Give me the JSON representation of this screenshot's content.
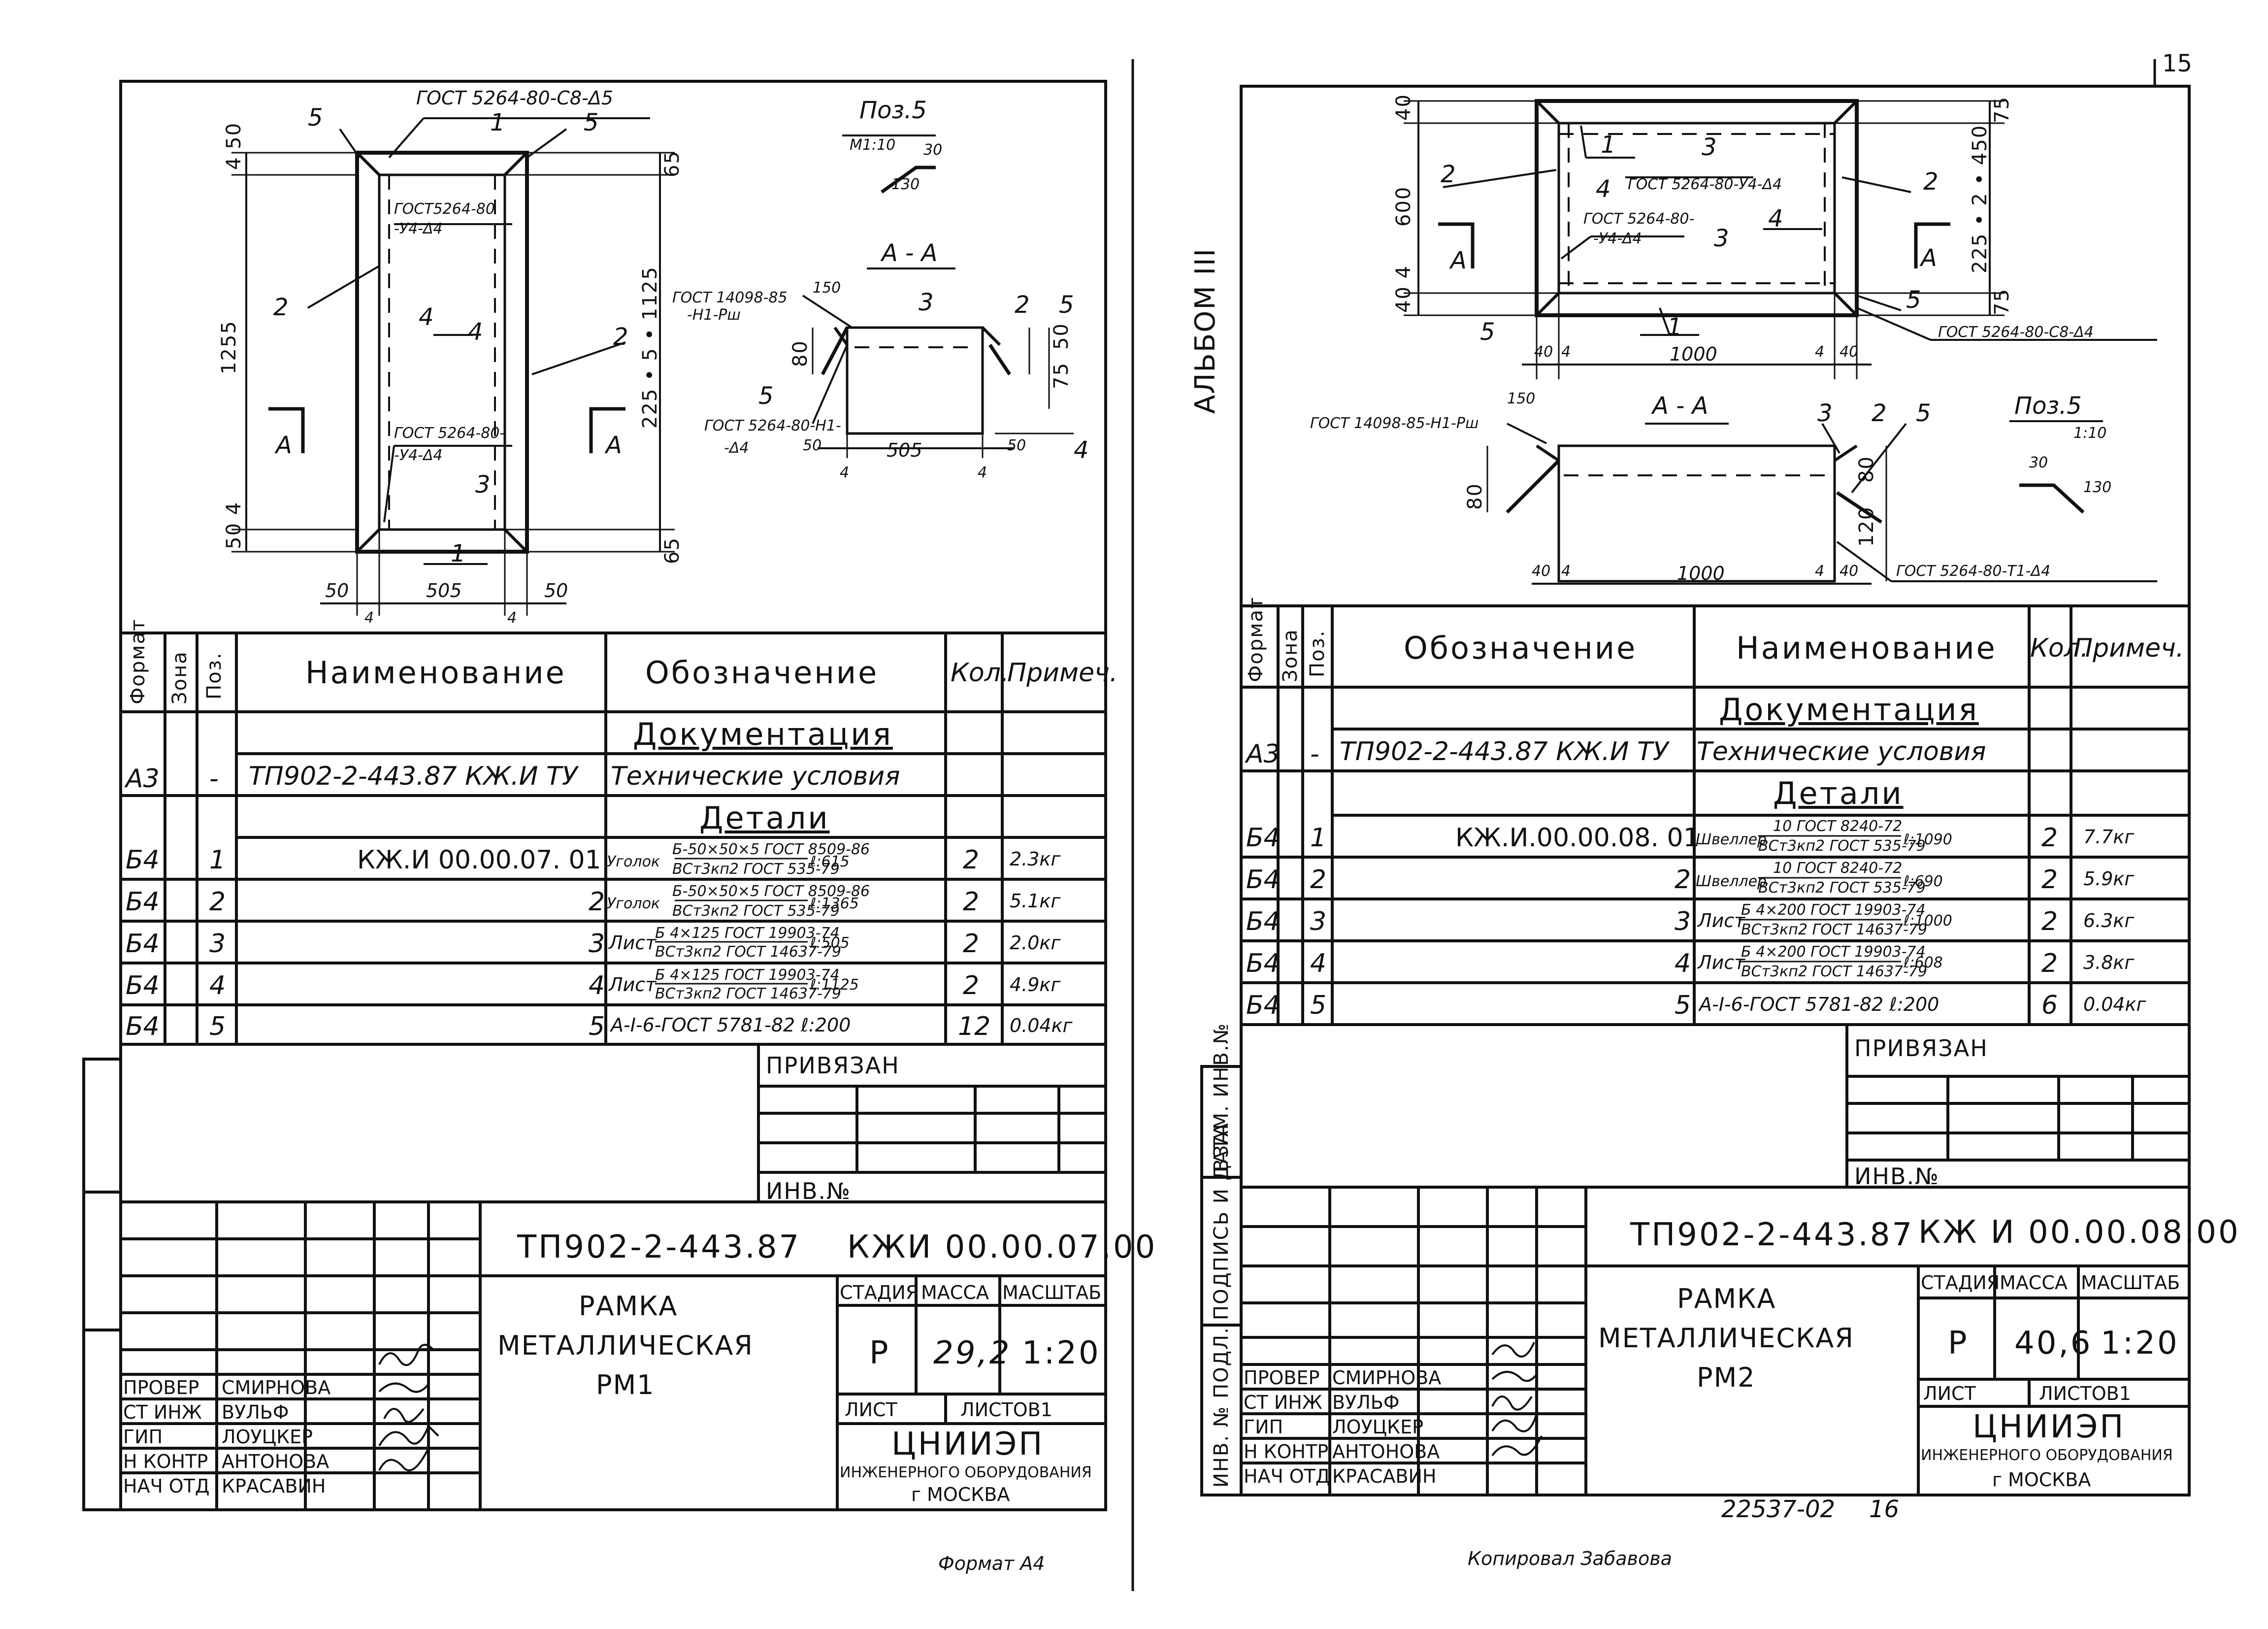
{
  "page_number": "15",
  "album_label": "АЛЬБОМ III",
  "left": {
    "drawing": {
      "gost_top": "ГОСТ 5264-80-С8-Δ5",
      "pos_5": "5",
      "pos_1": "1",
      "pos_2": "2",
      "pos_3": "3",
      "pos_4": "4",
      "gost_inner_top_1": "ГОСТ5264-80",
      "gost_inner_top_2": "-У4-Δ4",
      "gost_inner_bot_1": "ГОСТ 5264-80-",
      "gost_inner_bot_2": "-У4-Δ4",
      "section_mark": "А",
      "dim_450": "4 50",
      "dim_1255": "1255",
      "dim_504": "50 4",
      "dim_65a": "65",
      "dim_65b": "65",
      "dim_225": "225 • 5 • 1125",
      "dim_50a": "50",
      "dim_505": "505",
      "dim_50b": "50",
      "dim_4a": "4",
      "dim_4b": "4",
      "poz_title": "Поз.5",
      "poz_scale": "М1:10",
      "poz_30": "30",
      "poz_130": "130",
      "section_title": "А - А",
      "gost_14098_1": "ГОСТ 14098-85",
      "gost_14098_2": "-Н1-Рш",
      "gost_5264_h1_1": "ГОСТ 5264-80-Н1-",
      "gost_5264_h1_2": "-Δ4",
      "sec_150": "150",
      "sec_80": "80",
      "sec_75": "75",
      "sec_50": "50",
      "sec_505": "505",
      "sec_50r": "50",
      "sec_4l": "4",
      "sec_4r": "4"
    },
    "spec_headers": {
      "format": "Формат",
      "zone": "Зона",
      "pos": "Поз.",
      "name": "Наименование",
      "designation": "Обозначение",
      "qty": "Кол.",
      "note": "Примеч."
    },
    "section_documentation": "Документация",
    "section_details": "Детали",
    "doc_row": {
      "format": "А3",
      "pos": "-",
      "name": "ТП902-2-443.87 КЖ.И ТУ",
      "designation": "Технические условия"
    },
    "rows": [
      {
        "format": "Б4",
        "pos": "1",
        "name": "КЖ.И 00.00.07. 01",
        "type": "Уголок",
        "top": "Б-50×50×5 ГОСТ 8509-86",
        "bot": "ВСт3кп2 ГОСТ 535-79",
        "len": "ℓ:615",
        "qty": "2",
        "note": "2.3кг"
      },
      {
        "format": "Б4",
        "pos": "2",
        "name": "2",
        "type": "Уголок",
        "top": "Б-50×50×5 ГОСТ 8509-86",
        "bot": "ВСт3кп2 ГОСТ 535-79",
        "len": "ℓ:1365",
        "qty": "2",
        "note": "5.1кг"
      },
      {
        "format": "Б4",
        "pos": "3",
        "name": "3",
        "type": "Лист",
        "top": "Б 4×125 ГОСТ 19903-74",
        "bot": "ВСт3кп2 ГОСТ 14637-79",
        "len": "ℓ:505",
        "qty": "2",
        "note": "2.0кг"
      },
      {
        "format": "Б4",
        "pos": "4",
        "name": "4",
        "type": "Лист",
        "top": "Б 4×125 ГОСТ 19903-74",
        "bot": "ВСт3кп2 ГОСТ 14637-79",
        "len": "ℓ:1125",
        "qty": "2",
        "note": "4.9кг"
      },
      {
        "format": "Б4",
        "pos": "5",
        "name": "5",
        "type": "",
        "top": "",
        "bot": "",
        "len": "А-I-6-ГОСТ 5781-82 ℓ:200",
        "qty": "12",
        "note": "0.04кг"
      }
    ],
    "privyazan": "ПРИВЯЗАН",
    "inv_no": "ИНВ.№",
    "title_block": {
      "code": "ТП902-2-443.87",
      "sheet_code": "КЖИ 00.00.07.00",
      "title_1": "РАМКА",
      "title_2": "МЕТАЛЛИЧЕСКАЯ",
      "title_3": "РМ1",
      "stage_h": "СТАДИЯ",
      "mass_h": "МАССА",
      "scale_h": "МАСШТАБ",
      "stage": "Р",
      "mass": "29,2",
      "scale": "1:20",
      "sheet_h": "ЛИСТ",
      "sheets_h": "ЛИСТОВ1",
      "org_1": "ЦНИИЭП",
      "org_2": "ИНЖЕНЕРНОГО ОБОРУДОВАНИЯ",
      "org_3": "г МОСКВА",
      "people": [
        {
          "role": "ПРОВЕР",
          "name": "СМИРНОВА"
        },
        {
          "role": "СТ ИНЖ",
          "name": "ВУЛЬФ"
        },
        {
          "role": "ГИП",
          "name": "ЛОУЦКЕР"
        },
        {
          "role": "Н КОНТР",
          "name": "АНТОНОВА"
        },
        {
          "role": "НАЧ ОТД",
          "name": "КРАСАВИН"
        }
      ]
    },
    "format_note": "Формат А4"
  },
  "right": {
    "drawing": {
      "pos_1": "1",
      "pos_2": "2",
      "pos_3": "3",
      "pos_4": "4",
      "pos_5": "5",
      "gost_top_in": "ГОСТ 5264-80-У4-Δ4",
      "gost_mid_1": "ГОСТ 5264-80-",
      "gost_mid_2": "-У4-Δ4",
      "gost_bottom": "ГОСТ 5264-80-С8-Δ4",
      "section_mark": "А",
      "dim_40a": "40",
      "dim_600": "600",
      "dim_40b": "40 4",
      "dim_75a": "75",
      "dim_75b": "75",
      "dim_225": "225 • 2 • 450",
      "dim_40l": "40",
      "dim_4l": "4",
      "dim_1000": "1000",
      "dim_4r": "4",
      "dim_40r": "40",
      "section_title": "А - А",
      "gost_14098": "ГОСТ 14098-85-Н1-Рш",
      "sec_150": "150",
      "sec_80l": "80",
      "sec_80r": "80",
      "sec_120": "120",
      "sec_40l": "40",
      "sec_4l": "4",
      "sec_1000": "1000",
      "sec_4r": "4",
      "sec_40r": "40",
      "gost_t1": "ГОСТ 5264-80-Т1-Δ4",
      "poz_title": "Поз.5",
      "poz_scale": "1:10",
      "poz_30": "30",
      "poz_130": "130"
    },
    "spec_headers": {
      "format": "Формат",
      "zone": "Зона",
      "pos": "Поз.",
      "designation": "Обозначение",
      "name": "Наименование",
      "qty": "Кол.",
      "note": "Примеч."
    },
    "section_documentation": "Документация",
    "section_details": "Детали",
    "doc_row": {
      "format": "А3",
      "pos": "-",
      "designation": "ТП902-2-443.87 КЖ.И ТУ",
      "name": "Технические условия"
    },
    "rows": [
      {
        "format": "Б4",
        "pos": "1",
        "designation": "КЖ.И.00.00.08. 01",
        "type": "Швеллер",
        "top": "10 ГОСТ 8240-72",
        "bot": "ВСт3кп2 ГОСТ 535-79",
        "len": "ℓ:1090",
        "qty": "2",
        "note": "7.7кг"
      },
      {
        "format": "Б4",
        "pos": "2",
        "designation": "2",
        "type": "Швеллер",
        "top": "10 ГОСТ 8240-72",
        "bot": "ВСт3кп2 ГОСТ 535-79",
        "len": "ℓ:690",
        "qty": "2",
        "note": "5.9кг"
      },
      {
        "format": "Б4",
        "pos": "3",
        "designation": "3",
        "type": "Лист",
        "top": "Б 4×200 ГОСТ 19903-74",
        "bot": "ВСт3кп2 ГОСТ 14637-79",
        "len": "ℓ:1000",
        "qty": "2",
        "note": "6.3кг"
      },
      {
        "format": "Б4",
        "pos": "4",
        "designation": "4",
        "type": "Лист",
        "top": "Б 4×200 ГОСТ 19903-74",
        "bot": "ВСт3кп2 ГОСТ 14637-79",
        "len": "ℓ:608",
        "qty": "2",
        "note": "3.8кг"
      },
      {
        "format": "Б4",
        "pos": "5",
        "designation": "5",
        "type": "",
        "top": "",
        "bot": "",
        "len": "А-I-6-ГОСТ 5781-82 ℓ:200",
        "qty": "6",
        "note": "0.04кг"
      }
    ],
    "privyazan": "ПРИВЯЗАН",
    "inv_no": "ИНВ.№",
    "side_labels": [
      "ВЗАМ. ИНВ.№",
      "ПОДПИСЬ И ДАТА",
      "ИНВ. № ПОДЛ."
    ],
    "title_block": {
      "code": "ТП902-2-443.87",
      "sheet_code": "КЖ И 00.00.08.00",
      "title_1": "РАМКА",
      "title_2": "МЕТАЛЛИЧЕСКАЯ",
      "title_3": "РМ2",
      "stage_h": "СТАДИЯ",
      "mass_h": "МАССА",
      "scale_h": "МАСШТАБ",
      "stage": "Р",
      "mass": "40,6",
      "scale": "1:20",
      "sheet_h": "ЛИСТ",
      "sheets_h": "ЛИСТОВ1",
      "org_1": "ЦНИИЭП",
      "org_2": "ИНЖЕНЕРНОГО ОБОРУДОВАНИЯ",
      "org_3": "г МОСКВА",
      "people": [
        {
          "role": "ПРОВЕР",
          "name": "СМИРНОВА"
        },
        {
          "role": "СТ ИНЖ",
          "name": "ВУЛЬФ"
        },
        {
          "role": "ГИП",
          "name": "ЛОУЦКЕР"
        },
        {
          "role": "Н КОНТР",
          "name": "АНТОНОВА"
        },
        {
          "role": "НАЧ ОТД",
          "name": "КРАСАВИН"
        }
      ]
    },
    "bottom_number": "22537-02",
    "bottom_page": "16",
    "copied_note": "Копировал Забавова"
  }
}
